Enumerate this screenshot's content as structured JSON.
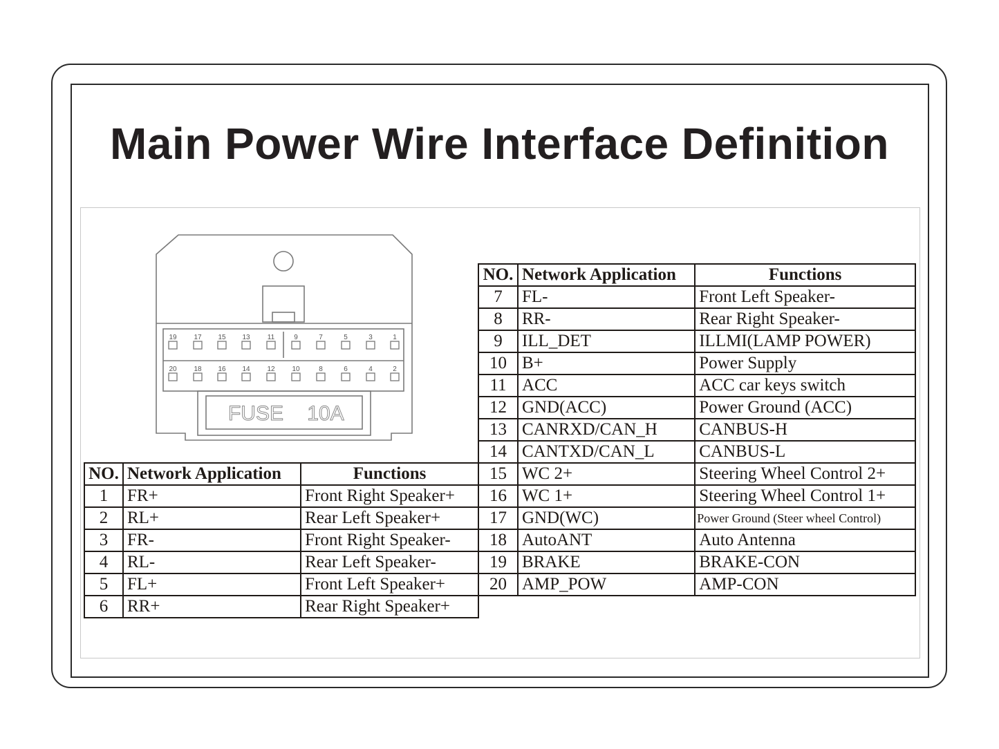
{
  "title": "Main Power Wire Interface Definition",
  "connector": {
    "top_row_pins": [
      "19",
      "17",
      "15",
      "13",
      "11",
      "9",
      "7",
      "5",
      "3",
      "1"
    ],
    "bottom_row_pins": [
      "20",
      "18",
      "16",
      "14",
      "12",
      "10",
      "8",
      "6",
      "4",
      "2"
    ],
    "fuse_label": "FUSE",
    "fuse_rating": "10A"
  },
  "headers": {
    "no": "NO.",
    "network_application": "Network Application",
    "functions": "Functions"
  },
  "left_table": [
    {
      "no": "1",
      "network": "FR+",
      "function": "Front Right Speaker+"
    },
    {
      "no": "2",
      "network": "RL+",
      "function": "Rear Left Speaker+"
    },
    {
      "no": "3",
      "network": "FR-",
      "function": "Front Right Speaker-"
    },
    {
      "no": "4",
      "network": "RL-",
      "function": "Rear Left Speaker-"
    },
    {
      "no": "5",
      "network": "FL+",
      "function": "Front Left Speaker+"
    },
    {
      "no": "6",
      "network": "RR+",
      "function": "Rear Right Speaker+"
    }
  ],
  "right_table": [
    {
      "no": "7",
      "network": "FL-",
      "function": "Front Left Speaker-"
    },
    {
      "no": "8",
      "network": "RR-",
      "function": "Rear Right Speaker-"
    },
    {
      "no": "9",
      "network": "ILL_DET",
      "function": "ILLMI(LAMP POWER)"
    },
    {
      "no": "10",
      "network": "B+",
      "function": "Power Supply"
    },
    {
      "no": "11",
      "network": "ACC",
      "function": "ACC car keys switch"
    },
    {
      "no": "12",
      "network": "GND(ACC)",
      "function": "Power Ground (ACC)"
    },
    {
      "no": "13",
      "network": "CANRXD/CAN_H",
      "function": "CANBUS-H"
    },
    {
      "no": "14",
      "network": "CANTXD/CAN_L",
      "function": "CANBUS-L"
    },
    {
      "no": "15",
      "network": "WC 2+",
      "function": "Steering Wheel Control 2+"
    },
    {
      "no": "16",
      "network": "WC 1+",
      "function": "Steering Wheel Control 1+"
    },
    {
      "no": "17",
      "network": "GND(WC)",
      "function": "Power Ground (Steer wheel Control)"
    },
    {
      "no": "18",
      "network": "AutoANT",
      "function": "Auto Antenna"
    },
    {
      "no": "19",
      "network": "BRAKE",
      "function": "BRAKE-CON"
    },
    {
      "no": "20",
      "network": "AMP_POW",
      "function": "AMP-CON"
    }
  ]
}
